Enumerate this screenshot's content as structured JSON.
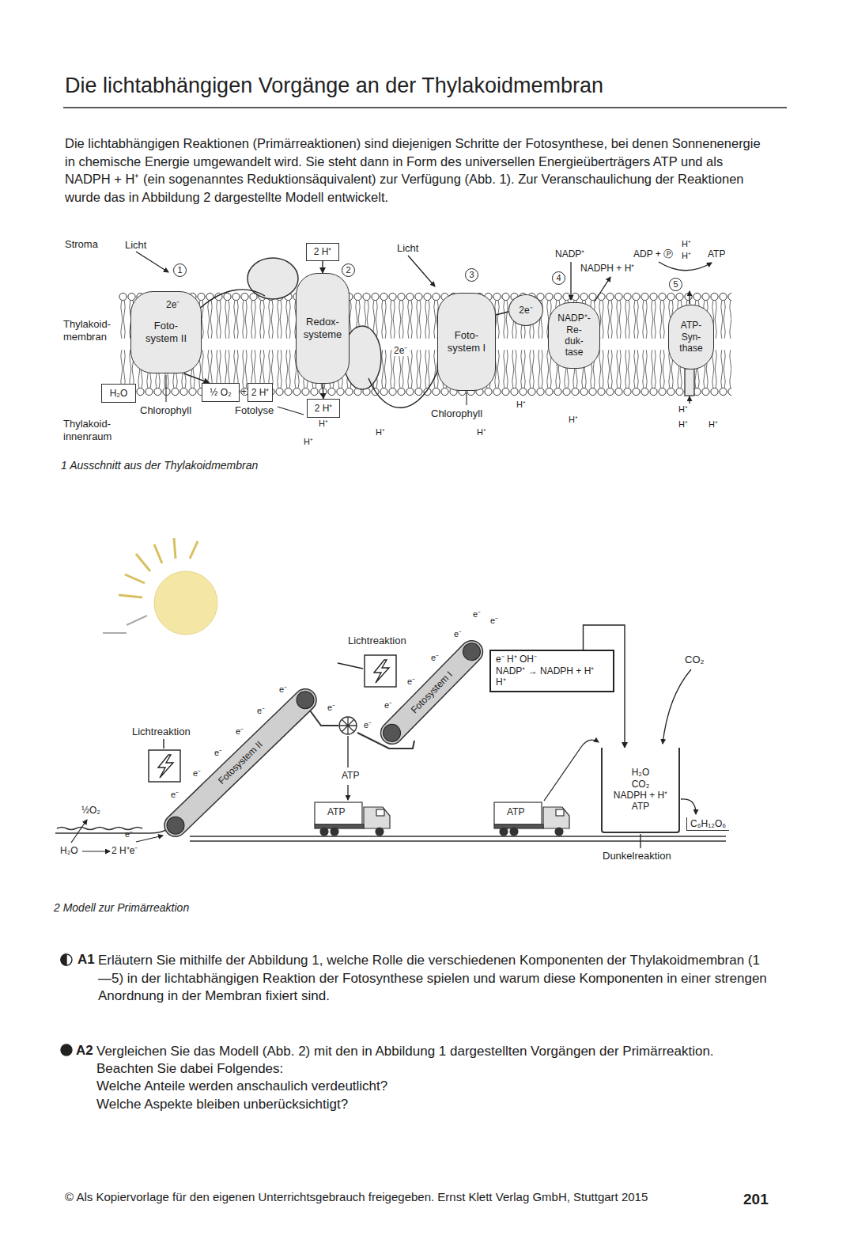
{
  "diagram": {
    "title": "Die lichtabhängigen Vorgänge an der Thylakoidmembran",
    "nodes": [
      {
        "text": [
          "Foto- system II"
        ]
      },
      {
        "text": [
          "Redox- systeme"
        ]
      },
      {
        "text": [
          "Foto- system I"
        ]
      },
      {
        "text": [
          "2e⁻"
        ]
      },
      {
        "text": [
          "NADP⁺- Re- duk- tase"
        ]
      },
      {
        "text": [
          "ATP- Syn- thase"
        ]
      },
      {
        "text": [
          "2 H⁺"
        ]
      },
      {
        "text": [
          "H₂O"
        ]
      },
      {
        "text": [
          "½ O₂"
        ]
      },
      {
        "text": [
          "2 H⁺"
        ]
      },
      {
        "text": [
          "2 H⁺"
        ]
      },
      {
        "text": [
          "e⁻ H⁺ OH⁻",
          "NADP⁺ → NADPH + H⁺",
          "H⁺"
        ]
      },
      {
        "text": [
          "H₂O",
          "CO₂",
          "NADPH + H⁺",
          "ATP"
        ]
      }
    ],
    "edges": [
      {
        "from": 0,
        "to": 8,
        "arrow": "to"
      },
      {
        "from": 6,
        "to": 1,
        "arrow": "to"
      },
      {
        "from": 1,
        "to": 10,
        "arrow": "to"
      },
      {
        "from": 11,
        "to": 12,
        "arrow": "to"
      }
    ],
    "labels": [
      "Die lichtabhängigen Reaktionen (Primärreaktionen) sind diejenigen Schritte der Fotosynthese, bei denen Sonnenenergie in chemische Energie umgewandelt wird. Sie steht dann in Form des universellen Energieüberträgers ATP und als NADPH + H⁺ (ein sogenanntes Reduktionsäquivalent) zur Verfügung (Abb. 1). Zur Veranschaulichung der Reaktionen wurde das in Abbildung 2 dargestellte Modell entwickelt.",
      "Stroma",
      "Licht",
      "1",
      "2e⁻",
      "Thylakoid- membran",
      "Licht",
      "2",
      "3",
      "2e⁻",
      "NADP⁺",
      "ADP + Ⓟ",
      "H⁺",
      "H⁺",
      "ATP",
      "4",
      "NADPH + H⁺",
      "5",
      "+",
      "Chlorophyll",
      "Fotolyse",
      "Chlorophyll",
      "H⁺",
      "H⁺",
      "H⁺",
      "H⁺",
      "H⁺",
      "H⁺",
      "H⁺",
      "H⁺",
      "H⁺",
      "Thylakoid- innenraum",
      "1 Ausschnitt aus der Thylakoidmembran",
      "Lichtreaktion",
      "Lichtreaktion",
      "Fotosystem II",
      "Fotosystem I",
      "ATP",
      "ATP",
      "ATP",
      "½O₂",
      "H₂O",
      "2 H⁺e⁻",
      "e⁻",
      "e⁻",
      "e⁻",
      "e⁻",
      "e⁻",
      "e⁻",
      "e⁻",
      "e⁻",
      "e⁻",
      "e⁻",
      "e⁻",
      "e⁻",
      "e⁻",
      "e⁻",
      "e⁻",
      "CO₂",
      "C₆H₁₂O₆",
      "Dunkelreaktion",
      "2 Modell zur Primärreaktion",
      "A1",
      "Erläutern Sie mithilfe der Abbildung 1, welche Rolle die verschiedenen Komponenten der Thylakoidmembran (1—5) in der lichtabhängigen Reaktion der Fotosynthese spielen und warum diese Komponenten in einer strengen Anordnung in der Membran fixiert sind.",
      "A2",
      "Vergleichen Sie das Modell (Abb. 2) mit den in Abbildung 1 dargestellten Vorgängen der Primärreaktion.",
      "Beachten Sie dabei Folgendes:",
      "Welche Anteile werden anschaulich verdeutlicht?",
      "Welche Aspekte bleiben unberücksichtigt?",
      "© Als Kopiervorlage für den eigenen Unterrichtsgebrauch freigegeben. Ernst Klett Verlag GmbH, Stuttgart 2015",
      "201"
    ]
  }
}
